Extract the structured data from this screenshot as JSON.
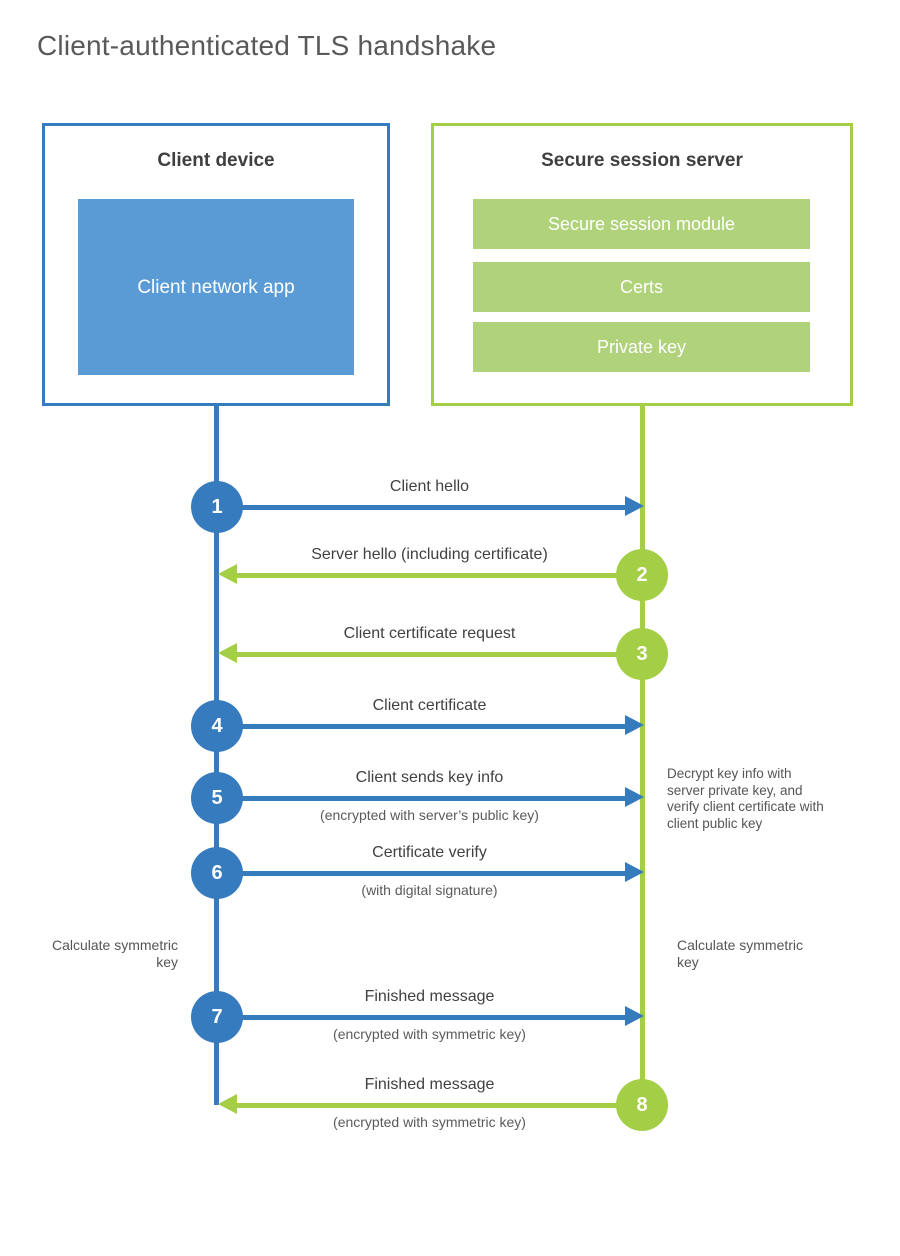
{
  "title": "Client-authenticated TLS handshake",
  "colors": {
    "blue_accent": "#377BBF",
    "blue_fill": "#5B9BD5",
    "green_accent": "#A4CE46",
    "green_fill": "#AFD27A"
  },
  "client_box": {
    "title": "Client device",
    "inner_label": "Client network app"
  },
  "server_box": {
    "title": "Secure session server",
    "modules": [
      "Secure session module",
      "Certs",
      "Private key"
    ]
  },
  "steps": [
    {
      "num": "1",
      "from": "client",
      "direction": "right",
      "label": "Client hello"
    },
    {
      "num": "2",
      "from": "server",
      "direction": "left",
      "label": "Server hello (including certificate)"
    },
    {
      "num": "3",
      "from": "server",
      "direction": "left",
      "label": "Client certificate request"
    },
    {
      "num": "4",
      "from": "client",
      "direction": "right",
      "label": "Client certificate"
    },
    {
      "num": "5",
      "from": "client",
      "direction": "right",
      "label": "Client sends key info",
      "sublabel": "(encrypted with server’s public key)"
    },
    {
      "num": "6",
      "from": "client",
      "direction": "right",
      "label": "Certificate verify",
      "sublabel": "(with digital signature)"
    },
    {
      "num": "7",
      "from": "client",
      "direction": "right",
      "label": "Finished message",
      "sublabel": "(encrypted with symmetric key)"
    },
    {
      "num": "8",
      "from": "server",
      "direction": "left",
      "label": "Finished message",
      "sublabel": "(encrypted with symmetric key)"
    }
  ],
  "notes": {
    "server_decrypt": "Decrypt key info with server private key, and verify client certificate with client public key",
    "client_calculate": "Calculate symmetric key",
    "server_calculate": "Calculate symmetric key"
  }
}
